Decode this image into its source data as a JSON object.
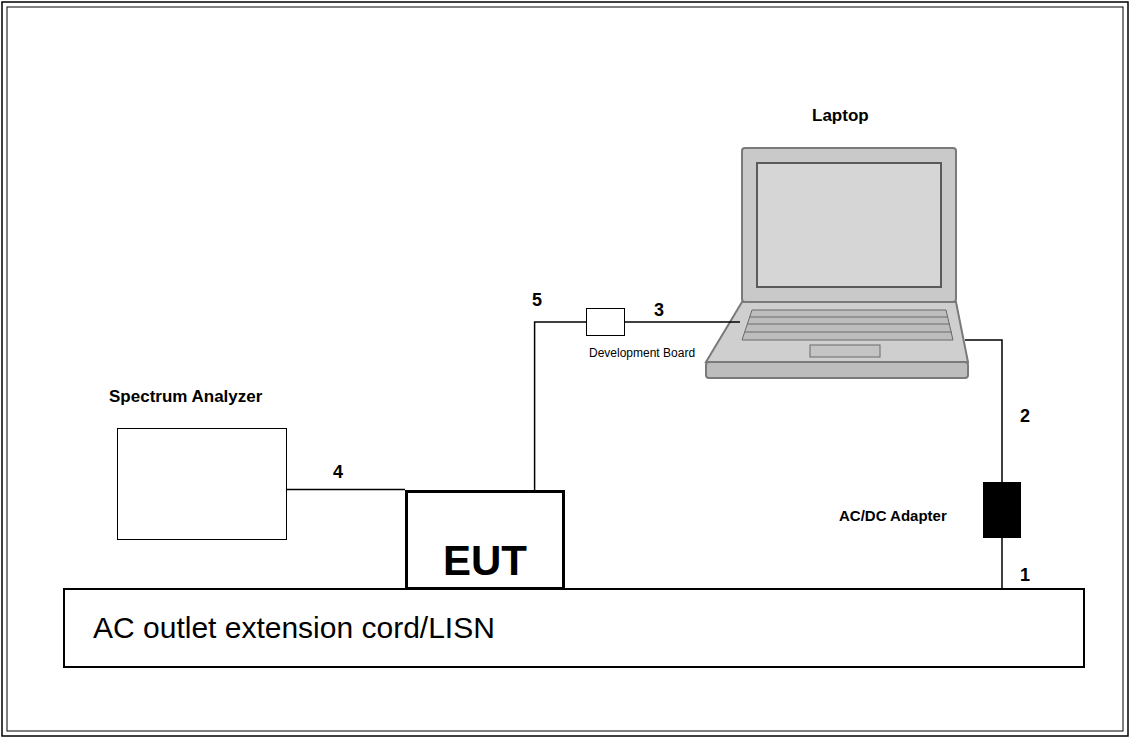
{
  "diagram": {
    "nodes": [
      {
        "text": [
          "Laptop"
        ]
      },
      {
        "text": [
          "Spectrum Analyzer"
        ]
      },
      {
        "text": [
          "Development Board"
        ]
      },
      {
        "text": [
          "EUT"
        ]
      },
      {
        "text": [
          "AC/DC Adapter"
        ]
      },
      {
        "text": [
          "AC outlet extension cord/LISN"
        ]
      }
    ],
    "edges": [
      {
        "from": 1,
        "to": 3,
        "arrow": "none"
      },
      {
        "from": 3,
        "to": 2,
        "arrow": "none"
      },
      {
        "from": 2,
        "to": 0,
        "arrow": "none"
      },
      {
        "from": 0,
        "to": 4,
        "arrow": "none"
      },
      {
        "from": 4,
        "to": 5,
        "arrow": "none"
      }
    ],
    "labels": [
      "5",
      "3",
      "4",
      "2",
      "1"
    ]
  }
}
